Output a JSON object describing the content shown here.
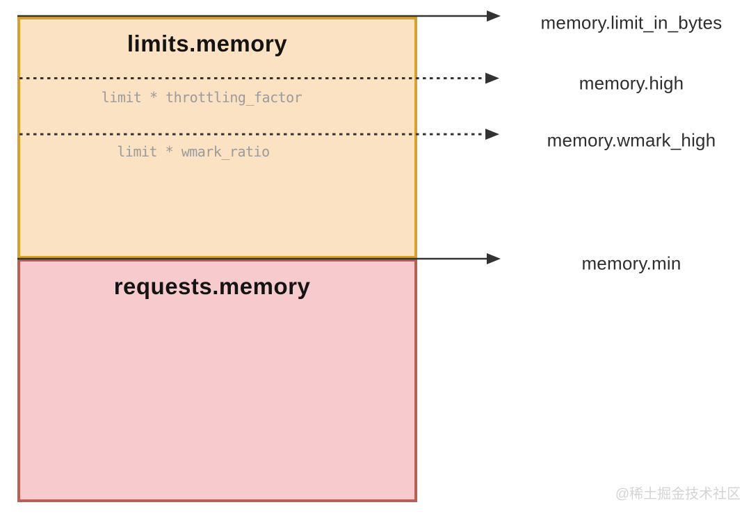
{
  "diagram": {
    "limits_box": {
      "title": "limits.memory",
      "thresholds": [
        {
          "label": "limit * throttling_factor"
        },
        {
          "label": "limit * wmark_ratio"
        }
      ]
    },
    "requests_box": {
      "title": "requests.memory"
    },
    "cgroup_labels": [
      {
        "label": "memory.limit_in_bytes",
        "line_style": "solid"
      },
      {
        "label": "memory.high",
        "line_style": "dashed"
      },
      {
        "label": "memory.wmark_high",
        "line_style": "dashed"
      },
      {
        "label": "memory.min",
        "line_style": "solid"
      }
    ],
    "watermark": "@稀土掘金技术社区",
    "colors": {
      "limits_fill": "#fbe2c2",
      "limits_border": "#d8a229",
      "requests_fill": "#f7cbcd",
      "requests_border": "#b95f56",
      "line": "#333333",
      "title_text": "#141414",
      "threshold_text": "#9b9b9b",
      "cgroup_text": "#2e2e2e",
      "watermark_text": "#d4d4d4"
    }
  }
}
